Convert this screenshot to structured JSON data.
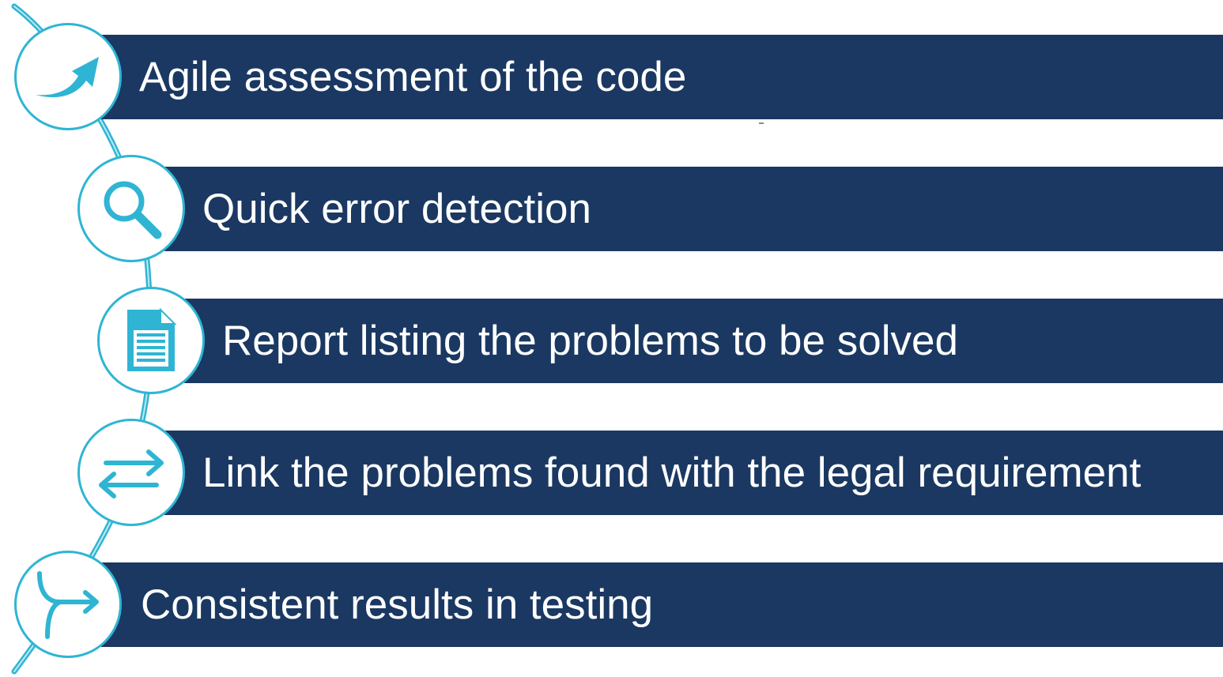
{
  "colors": {
    "bar": "#1a3862",
    "accent": "#2fb5d3",
    "label": "#ffffff"
  },
  "items": [
    {
      "label": "Agile assessment of the code",
      "icon": "trend-arrow-icon"
    },
    {
      "label": "Quick error detection",
      "icon": "magnifier-icon"
    },
    {
      "label": "Report listing the problems to be solved",
      "icon": "document-icon"
    },
    {
      "label": "Link the problems found with the legal requirement",
      "icon": "exchange-arrows-icon"
    },
    {
      "label": "Consistent results in testing",
      "icon": "merge-arrow-icon"
    }
  ]
}
